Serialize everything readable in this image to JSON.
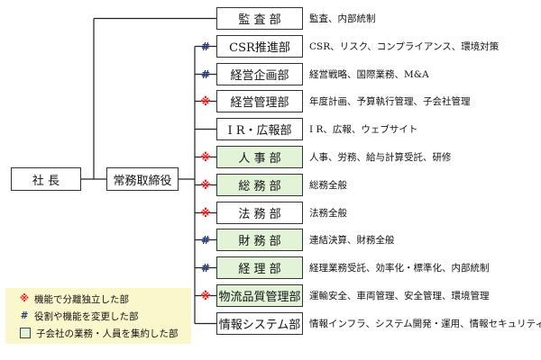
{
  "president": "社 長",
  "managing_director": "常務取締役",
  "departments": [
    {
      "name": "監 査 部",
      "desc": "監査、内部統制",
      "mark": "",
      "green": false,
      "spaced": false
    },
    {
      "name": "CSR推進部",
      "desc": "CSR、リスク、コンプライアンス、環境対策",
      "mark": "#",
      "green": false,
      "spaced": false
    },
    {
      "name": "経営企画部",
      "desc": "経営戦略、国際業務、M&A",
      "mark": "#",
      "green": false,
      "spaced": false
    },
    {
      "name": "経営管理部",
      "desc": "年度計画、予算執行管理、子会社管理",
      "mark": "※",
      "green": false,
      "spaced": false
    },
    {
      "name": "I R・広報部",
      "desc": "I R、広報、ウェブサイト",
      "mark": "",
      "green": false,
      "spaced": false
    },
    {
      "name": "人 事 部",
      "desc": "人事、労務、給与計算受託、研修",
      "mark": "※",
      "green": true,
      "spaced": false
    },
    {
      "name": "総 務 部",
      "desc": "総務全般",
      "mark": "※",
      "green": true,
      "spaced": false
    },
    {
      "name": "法 務 部",
      "desc": "法務全般",
      "mark": "※",
      "green": false,
      "spaced": false
    },
    {
      "name": "財 務 部",
      "desc": "連結決算、財務全般",
      "mark": "#",
      "green": true,
      "spaced": false
    },
    {
      "name": "経 理 部",
      "desc": "経理業務受託、効率化・標準化、内部統制",
      "mark": "#",
      "green": true,
      "spaced": false
    },
    {
      "name": "物流品質管理部",
      "desc": "運輸安全、車両管理、安全管理、環境管理",
      "mark": "※",
      "green": true,
      "spaced": false
    },
    {
      "name": "情報システム部",
      "desc": "情報インフラ、システム開発・運用、情報セキュリティ",
      "mark": "",
      "green": false,
      "spaced": false
    }
  ],
  "legend": [
    {
      "symbol": "※",
      "text": "機能で分離独立した部"
    },
    {
      "symbol": "#",
      "text": "役割や機能を変更した部"
    },
    {
      "symbol": "",
      "text": "子会社の業務・人員を集約した部"
    }
  ],
  "colors": {
    "green_fill": "#e2f3d8",
    "legend_fill": "#fbf7cc",
    "new_mark": "#ff1a1a",
    "changed_mark": "#1f3a7a"
  }
}
